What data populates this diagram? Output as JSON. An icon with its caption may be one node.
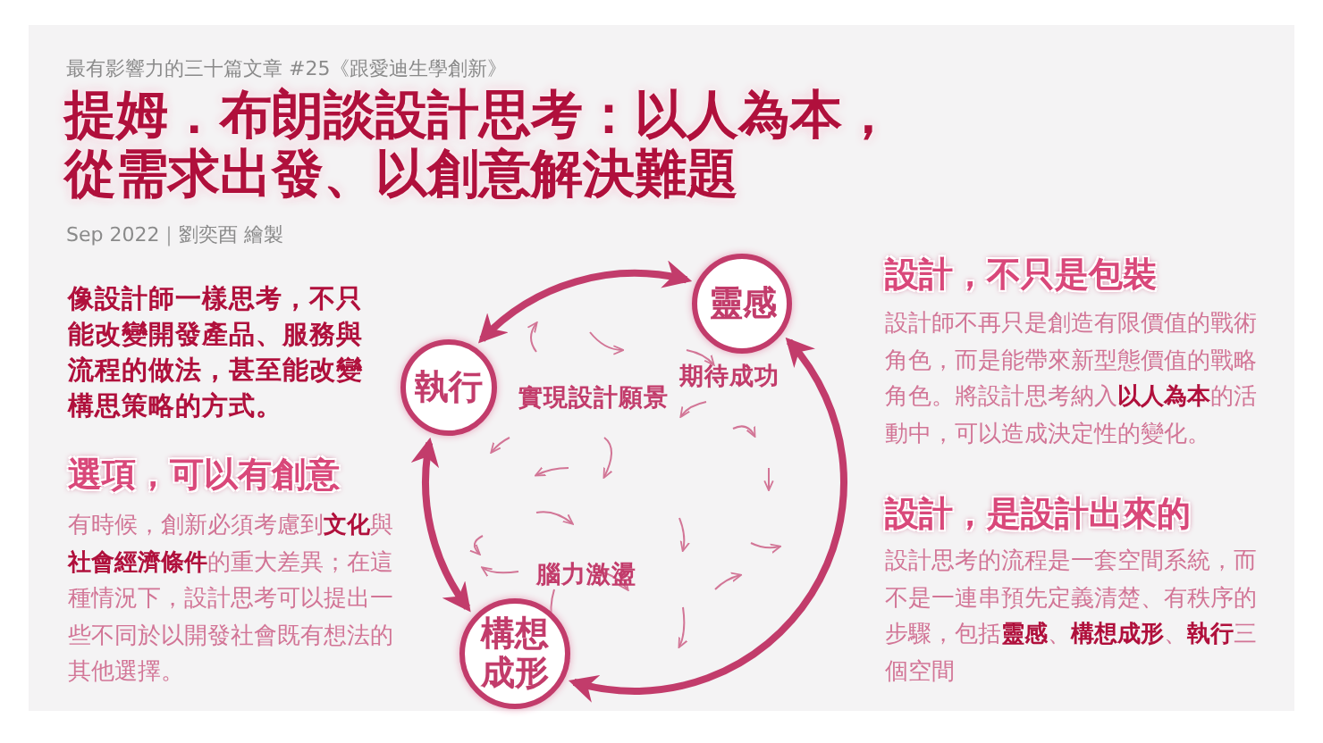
{
  "diagram": {
    "title": "提姆．布朗談設計思考：以人為本，從需求出發、以創意解決難題",
    "nodes": [
      {
        "text": [
          "靈感"
        ]
      },
      {
        "text": [
          "執行"
        ]
      },
      {
        "text": [
          "構想成形"
        ]
      }
    ],
    "edges": [
      {
        "from": 0,
        "to": 1,
        "arrow": "both"
      },
      {
        "from": 1,
        "to": 2,
        "arrow": "both"
      },
      {
        "from": 2,
        "to": 0,
        "arrow": "both"
      }
    ],
    "labels": [
      "最有影響力的三十篇文章 #25《跟愛迪生學創新》",
      "Sep 2022｜劉奕酉 繪製",
      "像設計師一樣思考，不只能改變開發產品、服務與流程的做法，甚至能改變構思策略的方式。",
      "選項，可以有創意",
      "有時候，創新必須考慮到**文化**與**社會經濟條件**的重大差異；在這種情況下，設計思考可以提出一些不同於以開發社會既有想法的其他選擇。",
      "實現設計願景",
      "期待成功",
      "腦力激盪",
      "設計，不只是包裝",
      "設計師不再只是創造有限價值的戰術角色，而是能帶來新型態價值的戰略角色。將設計思考納入**以人為本**的活動中，可以造成決定性的變化。",
      "設計，是設計出來的",
      "設計思考的流程是一套空間系統，而不是一連串預先定義清楚、有秩序的步驟，包括**靈感**、**構想成形**、**執行**三個空間"
    ]
  }
}
